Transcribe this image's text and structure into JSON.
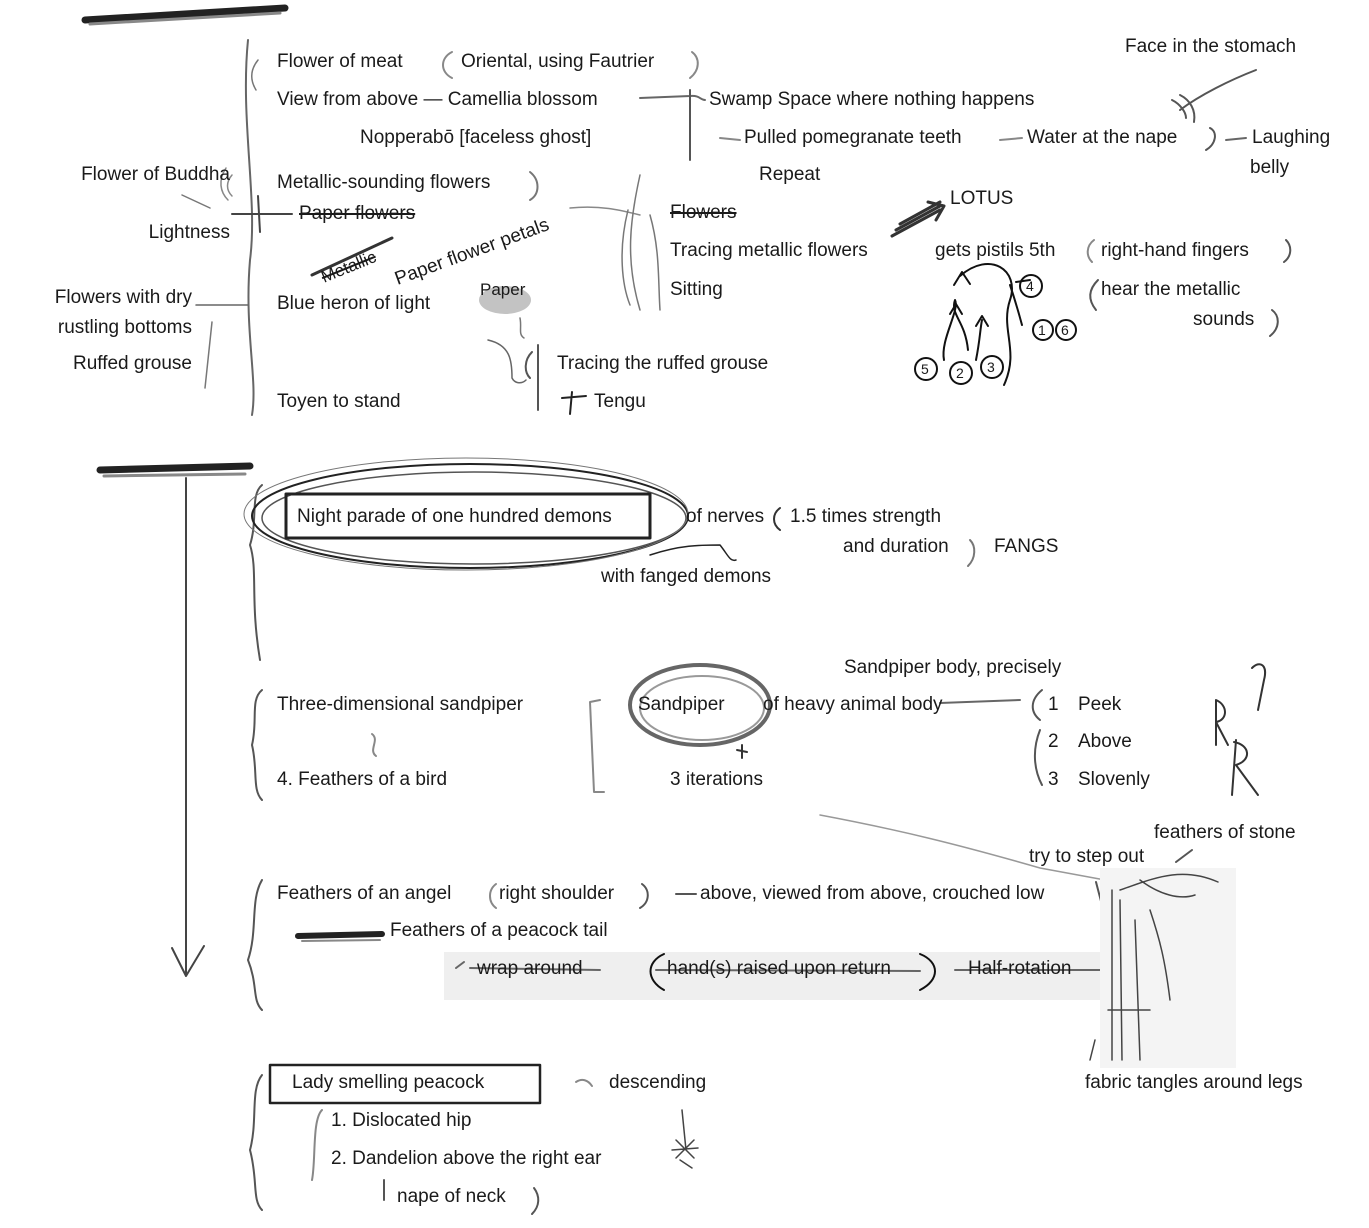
{
  "section1": {
    "left_notes": {
      "flower_of_buddha": "Flower of Buddha",
      "lightness": "Lightness",
      "dry_flowers_1": "Flowers with dry",
      "dry_flowers_2": "rustling bottoms",
      "ruffed_grouse": "Ruffed grouse"
    },
    "main_items": {
      "flower_of_meat": "Flower of meat",
      "oriental": "Oriental, using Fautrier",
      "view_from_above": "View from above — Camellia blossom",
      "nopperabo": "Nopperabō [faceless ghost]",
      "metallic_flowers": "Metallic-sounding flowers",
      "paper_flowers": "Paper flowers",
      "blue_heron": "Blue heron of light",
      "toyen": "Toyen to stand"
    },
    "swamp": {
      "swamp_space": "Swamp Space where nothing happens",
      "pomegranate": "Pulled pomegranate teeth",
      "water_nape": "Water at the nape",
      "laughing_1": "Laughing",
      "laughing_2": "belly",
      "face_stomach": "Face in the stomach",
      "repeat": "Repeat"
    },
    "paper": {
      "metallic": "Metallic",
      "petals": "Paper flower petals",
      "paper": "Paper"
    },
    "flowers_branch": {
      "flowers": "Flowers",
      "tracing_metallic": "Tracing metallic flowers",
      "sitting": "Sitting"
    },
    "lotus": {
      "lotus": "LOTUS",
      "gets_pistils": "gets pistils 5th",
      "right_hand": "right-hand fingers",
      "hear_metallic": "hear the metallic",
      "sounds": "sounds",
      "numbers": [
        "1",
        "2",
        "3",
        "4",
        "5",
        "6"
      ]
    },
    "grouse": {
      "tracing_grouse": "Tracing the ruffed grouse",
      "tengu": "Tengu"
    }
  },
  "section2": {
    "night_parade": {
      "title": "Night parade of one hundred demons",
      "of_nerves": "of nerves",
      "strength": "1.5 times strength",
      "duration": "and duration",
      "fangs": "FANGS",
      "fanged_demons": "with fanged demons"
    },
    "sandpiper": {
      "precisely": "Sandpiper body, precisely",
      "three_dim": "Three-dimensional sandpiper",
      "feathers_bird": "4.  Feathers of a bird",
      "sandpiper": "Sandpiper",
      "heavy_body": "of heavy animal body",
      "iterations": "3 iterations",
      "list": [
        {
          "num": "1",
          "label": "Peek"
        },
        {
          "num": "2",
          "label": "Above"
        },
        {
          "num": "3",
          "label": "Slovenly"
        }
      ]
    },
    "angel": {
      "feathers_stone": "feathers of stone",
      "step_out": "try to step out",
      "feathers_angel": "Feathers of an angel",
      "right_shoulder": "right shoulder",
      "above_crouched": "above, viewed from above, crouched low",
      "peacock_tail": "Feathers of a peacock tail",
      "wrap_around": "wrap around",
      "hands_raised": "hand(s) raised upon return",
      "half_rotation": "Half-rotation",
      "fabric": "fabric tangles around legs"
    },
    "lady": {
      "title": "Lady smelling peacock",
      "descending": "descending",
      "hip": "1.  Dislocated hip",
      "dandelion": "2.  Dandelion above the right ear",
      "nape": "nape of neck"
    }
  }
}
